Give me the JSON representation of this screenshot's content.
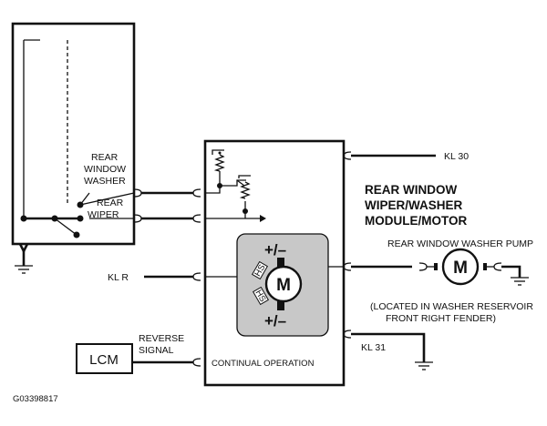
{
  "labels": {
    "rear_window_washer": [
      "REAR",
      "WINDOW",
      "WASHER"
    ],
    "rear_wiper": [
      "REAR",
      "WIPER"
    ],
    "kl30": "KL 30",
    "kl_r": "KL R",
    "kl31": "KL 31",
    "title": [
      "REAR WINDOW",
      "WIPER/WASHER",
      "MODULE/MOTOR"
    ],
    "pump": "REAR WINDOW WASHER PUMP",
    "pump_note": [
      "(LOCATED IN WASHER RESERVOIR",
      "FRONT RIGHT FENDER)"
    ],
    "reverse_signal": [
      "REVERSE",
      "SIGNAL"
    ],
    "lcm": "LCM",
    "continual": "CONTINUAL OPERATION",
    "motor": "M",
    "pump_motor": "M",
    "hs": "HS",
    "plus_minus": "+/–",
    "figure_id": "G03398817"
  }
}
